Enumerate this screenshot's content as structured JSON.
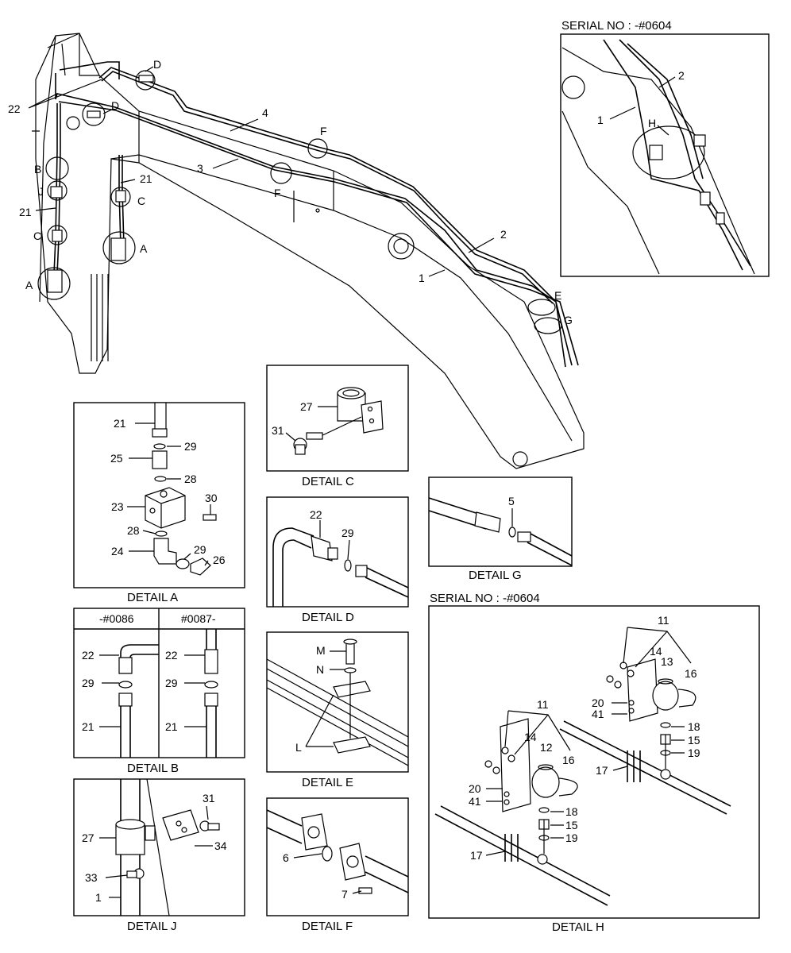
{
  "serial_top": "SERIAL NO : -#0604",
  "serial_h": "SERIAL NO : -#0604",
  "captions": {
    "a": "DETAIL  A",
    "b": "DETAIL  B",
    "c": "DETAIL  C",
    "d": "DETAIL  D",
    "e": "DETAIL  E",
    "f": "DETAIL  F",
    "g": "DETAIL  G",
    "h": "DETAIL  H",
    "j": "DETAIL  J"
  },
  "detail_b_headers": [
    "-#0086",
    "#0087-"
  ],
  "labels": {
    "main": [
      "22",
      "4",
      "3",
      "21",
      "21",
      "2",
      "1",
      "D",
      "D",
      "F",
      "F",
      "B",
      "J",
      "C",
      "C",
      "A",
      "A",
      "E",
      "G"
    ],
    "inset": [
      "2",
      "1",
      "H"
    ],
    "a": [
      "21",
      "29",
      "25",
      "28",
      "23",
      "30",
      "28",
      "24",
      "29",
      "26"
    ],
    "b": [
      "22",
      "29",
      "21",
      "22",
      "29",
      "21"
    ],
    "c": [
      "27",
      "31"
    ],
    "d": [
      "22",
      "29"
    ],
    "e": [
      "M",
      "N",
      "L"
    ],
    "f": [
      "6",
      "7"
    ],
    "g": [
      "5"
    ],
    "h": [
      "11",
      "14",
      "13",
      "16",
      "20",
      "41",
      "18",
      "15",
      "19",
      "17",
      "11",
      "14",
      "12",
      "16",
      "20",
      "41",
      "18",
      "15",
      "19",
      "17"
    ],
    "j": [
      "31",
      "27",
      "34",
      "33",
      "1"
    ]
  }
}
